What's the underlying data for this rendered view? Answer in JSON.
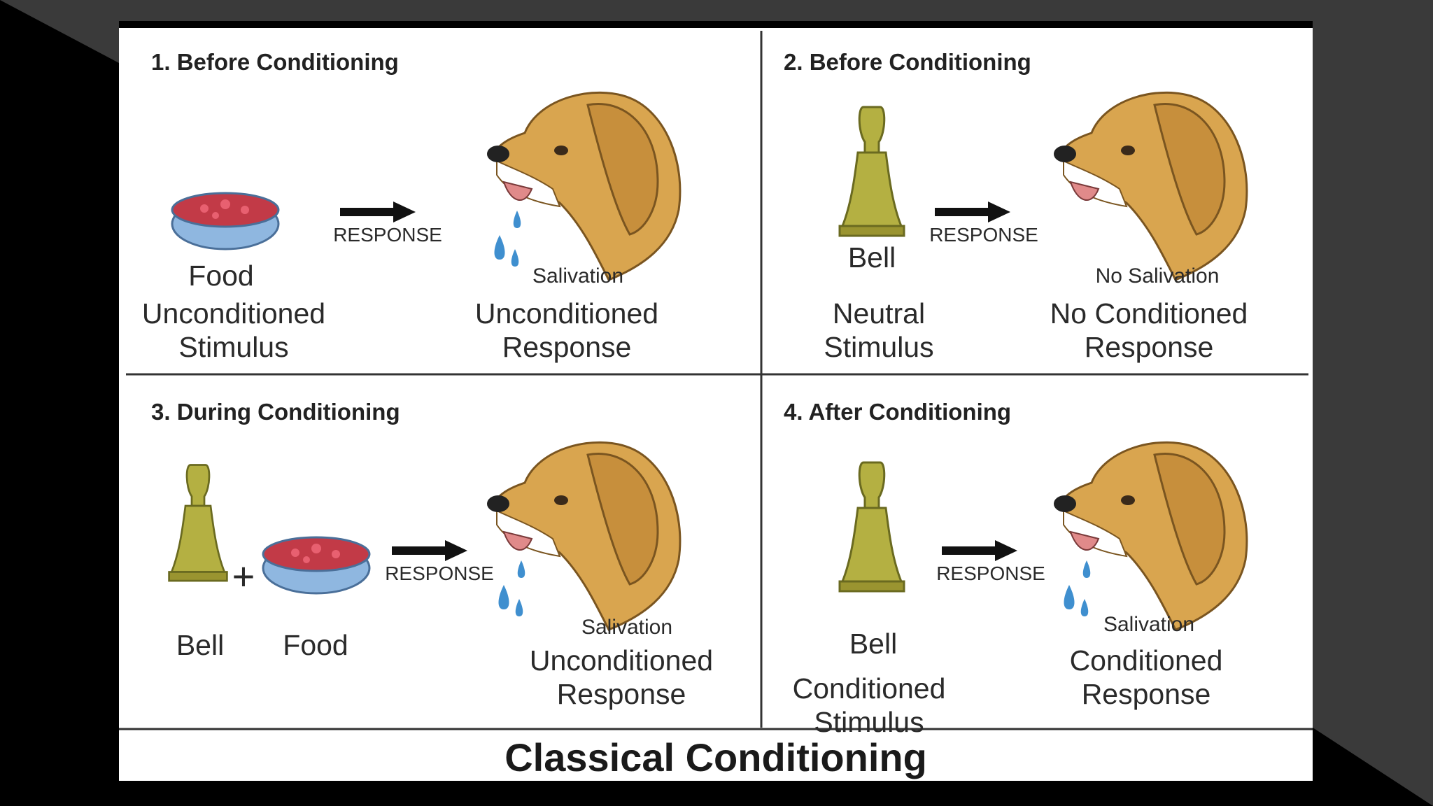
{
  "colors": {
    "background": "#000000",
    "bands": "#3a3a3a",
    "card": "#ffffff",
    "grid": "#333333",
    "dog": "#d9a54f",
    "drool": "#3f8fcf",
    "bell": "#b4b042",
    "food": "#c23a47",
    "bowl": "#8fb7e0"
  },
  "icons": [
    "food-bowl-icon",
    "bell-icon",
    "dog-head-icon",
    "arrow-right-icon",
    "saliva-drops-icon"
  ],
  "footer_title": "Classical Conditioning",
  "panels": [
    {
      "title": "1. Before Conditioning",
      "stimulus_item": "Food",
      "stimulus_line1": "Unconditioned",
      "stimulus_line2": "Stimulus",
      "arrow_label": "RESPONSE",
      "dog_caption": "Salivation",
      "response_line1": "Unconditioned",
      "response_line2": "Response"
    },
    {
      "title": "2. Before Conditioning",
      "stimulus_item": "Bell",
      "stimulus_line1": "Neutral",
      "stimulus_line2": "Stimulus",
      "arrow_label": "RESPONSE",
      "dog_caption": "No Salivation",
      "response_line1": "No Conditioned",
      "response_line2": "Response"
    },
    {
      "title": "3. During Conditioning",
      "stimulus_item": "Bell",
      "plus": "+",
      "stimulus_item2": "Food",
      "arrow_label": "RESPONSE",
      "dog_caption": "Salivation",
      "response_line1": "Unconditioned",
      "response_line2": "Response"
    },
    {
      "title": "4. After Conditioning",
      "stimulus_item": "Bell",
      "stimulus_line1": "Conditioned",
      "stimulus_line2": "Stimulus",
      "arrow_label": "RESPONSE",
      "dog_caption": "Salivation",
      "response_line1": "Conditioned",
      "response_line2": "Response"
    }
  ]
}
